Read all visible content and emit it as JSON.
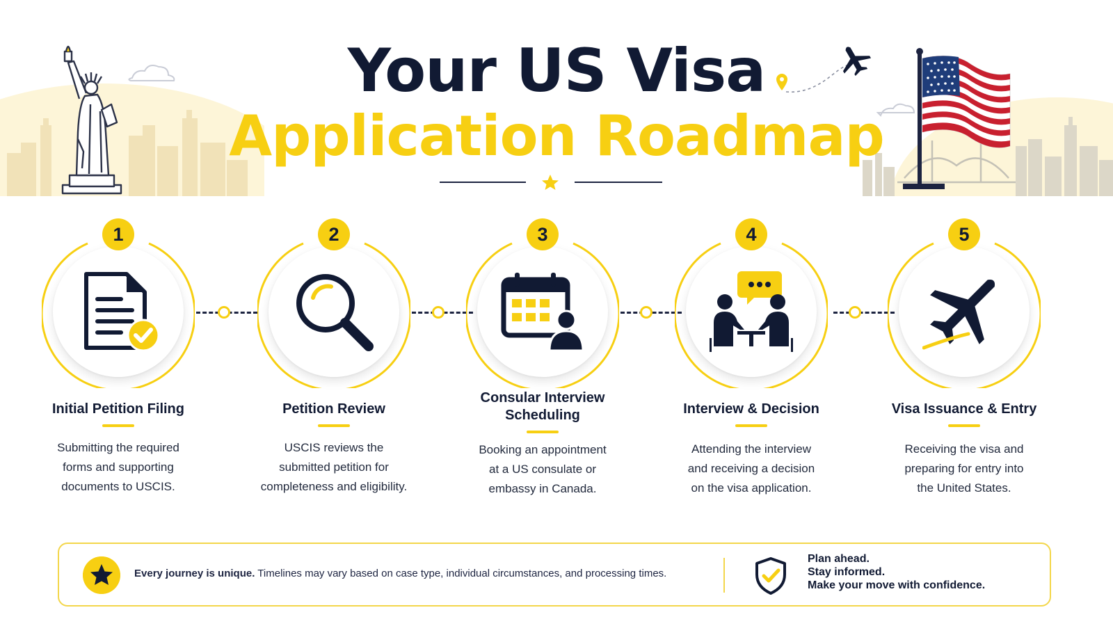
{
  "header": {
    "title_line1": "Your US Visa",
    "title_line2": "Application Roadmap"
  },
  "colors": {
    "navy": "#111a33",
    "accent_yellow": "#f7cf12",
    "flag_red": "#c8202f",
    "flag_blue": "#1f3d7a"
  },
  "steps": [
    {
      "number": "1",
      "icon": "document-check-icon",
      "title": "Initial Petition Filing",
      "description": [
        "Submitting the required",
        "forms and supporting",
        "documents to USCIS."
      ]
    },
    {
      "number": "2",
      "icon": "magnifier-icon",
      "title": "Petition Review",
      "description": [
        "USCIS reviews the",
        "submitted petition for",
        "completeness and eligibility."
      ]
    },
    {
      "number": "3",
      "icon": "calendar-person-icon",
      "title_lines": [
        "Consular Interview",
        "Scheduling"
      ],
      "description": [
        "Booking an appointment",
        "at a US consulate or",
        "embassy in Canada."
      ]
    },
    {
      "number": "4",
      "icon": "interview-icon",
      "title": "Interview & Decision",
      "description": [
        "Attending the interview",
        "and receiving a decision",
        "on the visa application."
      ]
    },
    {
      "number": "5",
      "icon": "airplane-icon",
      "title": "Visa Issuance & Entry",
      "description": [
        "Receiving the visa and",
        "preparing for entry into",
        "the United States."
      ]
    }
  ],
  "banner": {
    "note_bold": "Every journey is unique.",
    "note_rest": " Timelines may vary based on case type, individual circumstances, and processing times.",
    "tagline": [
      "Plan ahead.",
      "Stay informed.",
      "Make your move with confidence."
    ]
  }
}
